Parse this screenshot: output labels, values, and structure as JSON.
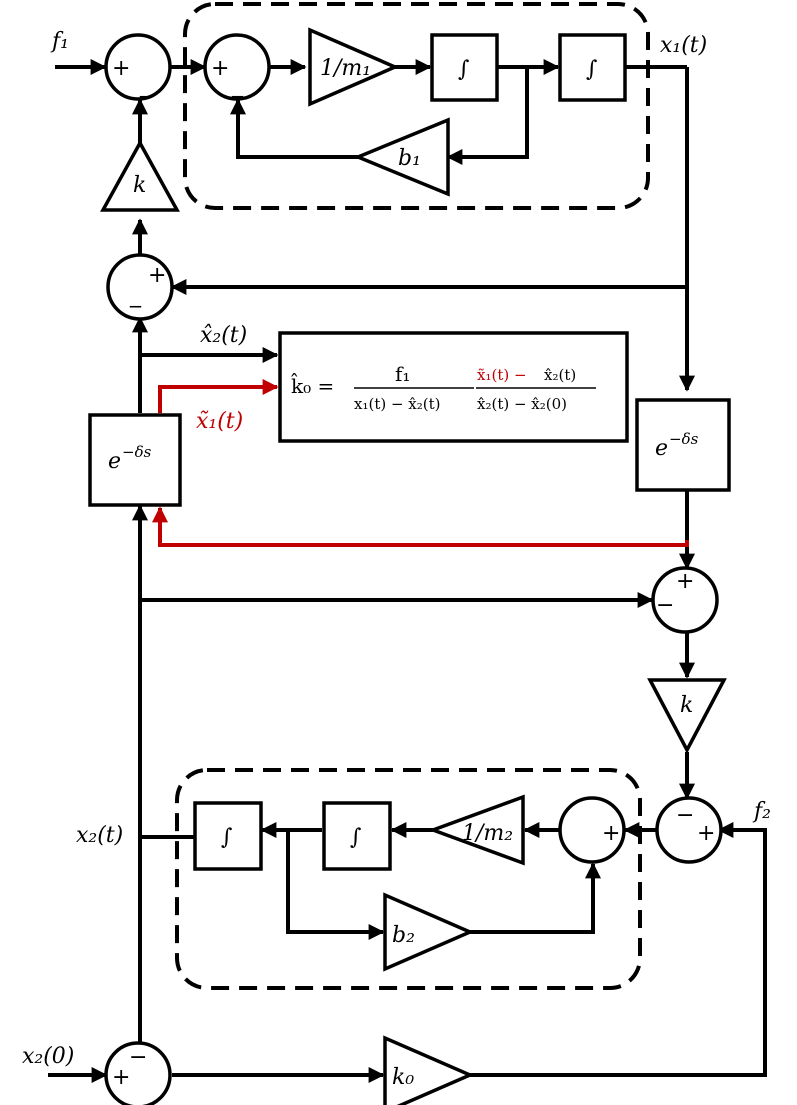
{
  "signals": {
    "f1": "f₁",
    "x1": "x₁(t)",
    "x2hat": "x̂₂(t)",
    "x1tilde": "x̃₁(t)",
    "x2": "x₂(t)",
    "f2": "f₂",
    "x2_0": "x₂(0)"
  },
  "blocks": {
    "gain_inv_m1": "1/m₁",
    "gain_b1": "b₁",
    "gain_k_top": "k",
    "gain_k_mid": "k",
    "gain_inv_m2": "1/m₂",
    "gain_b2": "b₂",
    "gain_k0": "k₀",
    "integrator": "∫",
    "delay": "e",
    "delay_exp": "−δs"
  },
  "formula": {
    "lhs": "k̂₀ =",
    "frac1_num": "f₁",
    "frac1_den": "x₁(t) − x̂₂(t)",
    "frac2_num_red": "x̃₁(t) −",
    "frac2_num_black": "x̂₂(t)",
    "frac2_den": "x̂₂(t) − x̂₂(0)"
  },
  "signs": {
    "plus": "+",
    "minus": "_",
    "minus_alt": "−"
  },
  "colors": {
    "wire": "#000000",
    "highlight": "#c00000"
  }
}
